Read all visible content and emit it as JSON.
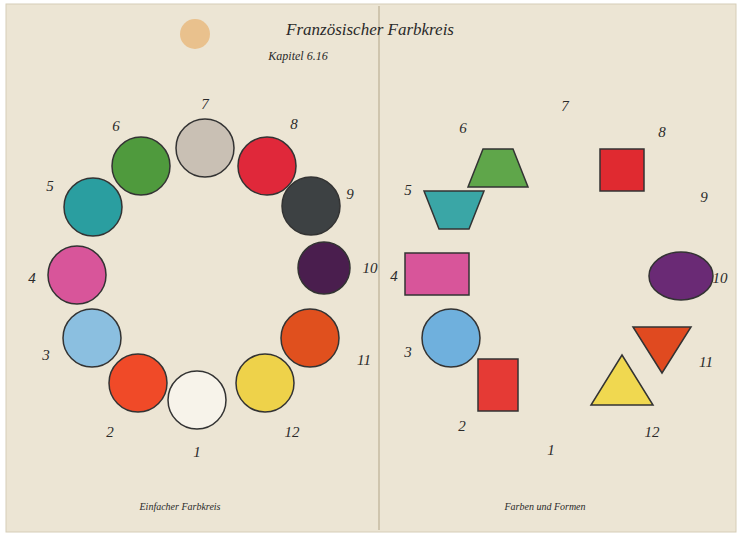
{
  "diagram": {
    "title": "Französischer Farbkreis",
    "nodes": [
      {
        "text": [
          "7"
        ]
      },
      {
        "text": [
          "8"
        ]
      },
      {
        "text": [
          "9"
        ]
      },
      {
        "text": [
          "10"
        ]
      },
      {
        "text": [
          "11"
        ]
      },
      {
        "text": [
          "12"
        ]
      },
      {
        "text": [
          "1"
        ]
      },
      {
        "text": [
          "2"
        ]
      },
      {
        "text": [
          "3"
        ]
      },
      {
        "text": [
          "4"
        ]
      },
      {
        "text": [
          "5"
        ]
      },
      {
        "text": [
          "6"
        ]
      },
      {
        "text": [
          "6"
        ]
      },
      {
        "text": [
          "8"
        ]
      },
      {
        "text": [
          "5"
        ]
      },
      {
        "text": [
          "4"
        ]
      },
      {
        "text": [
          "10"
        ]
      },
      {
        "text": [
          "3"
        ]
      },
      {
        "text": [
          "11"
        ]
      },
      {
        "text": [
          "12"
        ]
      },
      {
        "text": [
          "2"
        ]
      }
    ],
    "labels": [
      "Kapitel 6.16",
      "7",
      "9",
      "1",
      "Einfacher Farbkreis",
      "Farben und Formen"
    ]
  }
}
